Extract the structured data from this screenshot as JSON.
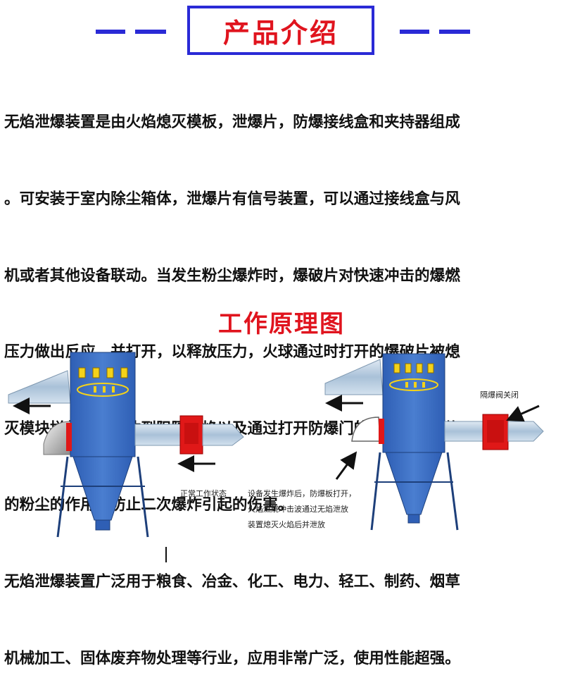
{
  "header": {
    "title": "产品介绍"
  },
  "intro": {
    "lines": [
      "无焰泄爆装置是由火焰熄灭模板，泄爆片，防爆接线盒和夹持器组成",
      "。可安装于室内除尘箱体，泄爆片有信号装置，可以通过接线盒与风",
      "机或者其他设备联动。当发生粉尘爆炸时，爆破片对快速冲击的爆燃",
      "压力做出反应，并打开，以释放压力，火球通过时打开的爆破片被熄",
      "灭模块拦截。从而达到阻隔火焰以及通过打开防爆门的燃烧和未燃烧",
      "的粉尘的作用，防止二次爆炸引起的伤害。",
      "无焰泄爆装置广泛用于粮食、冶金、化工、电力、轻工、制药、烟草",
      "机械加工、固体废弃物处理等行业，应用非常广泛，使用性能超强。"
    ]
  },
  "diagram": {
    "title": "工作原理图",
    "left_caption": "正常工作状态",
    "right_caption_lines": [
      "设备发生爆炸后，防爆板打开，",
      "火焰燃烧冲击波通过无焰泄放",
      "装置熄灭火焰后并泄放"
    ],
    "valve_label": "隔爆阀关闭",
    "colors": {
      "body_blue": "#3d6fc4",
      "pipe": "#b9cde0",
      "valve_red": "#e01818",
      "slot_yellow": "#f4d21a",
      "title_red": "#e0141e",
      "frame_blue": "#2a2ad6"
    }
  }
}
